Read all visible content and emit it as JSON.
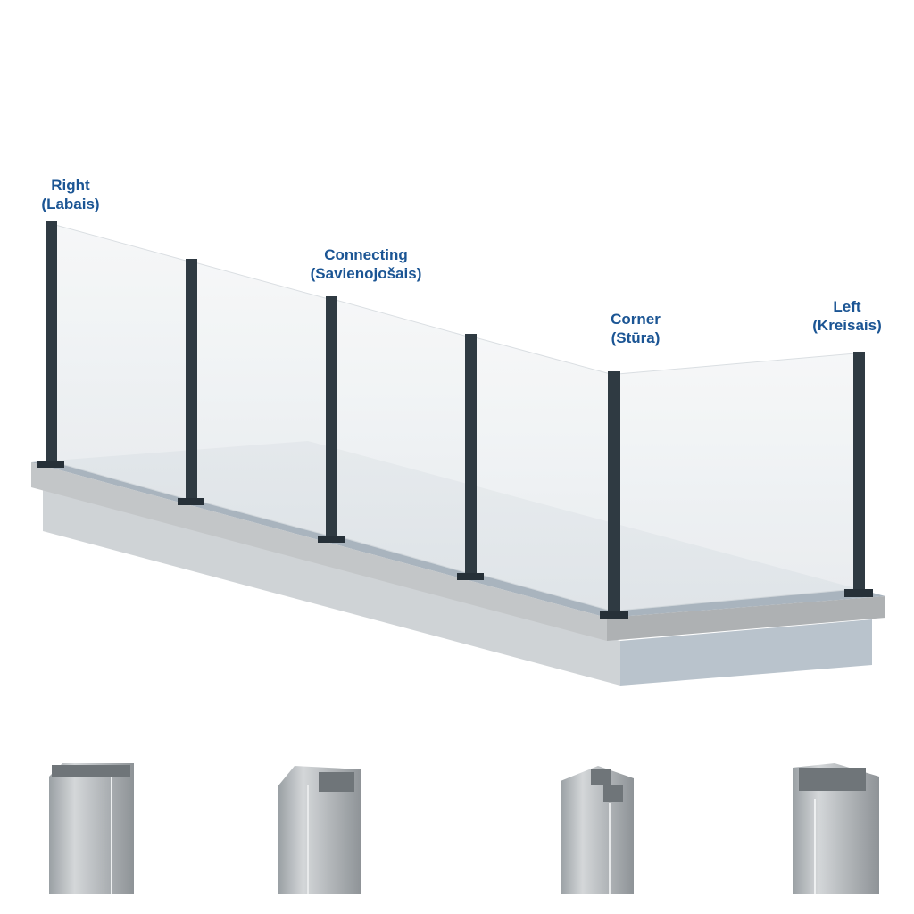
{
  "labels": {
    "right": {
      "name": "Right",
      "translation": "(Labais)"
    },
    "connecting": {
      "name": "Connecting",
      "translation": "(Savienojošais)"
    },
    "corner": {
      "name": "Corner",
      "translation": "(Stūra)"
    },
    "left": {
      "name": "Left",
      "translation": "(Kreisais)"
    }
  },
  "colors": {
    "label": "#1b5594",
    "post": "#2f3a42",
    "slab_top": "#a9b4be",
    "glass": "#eef1f3"
  },
  "profiles": [
    "right-profile",
    "connecting-profile",
    "corner-profile",
    "left-profile"
  ]
}
